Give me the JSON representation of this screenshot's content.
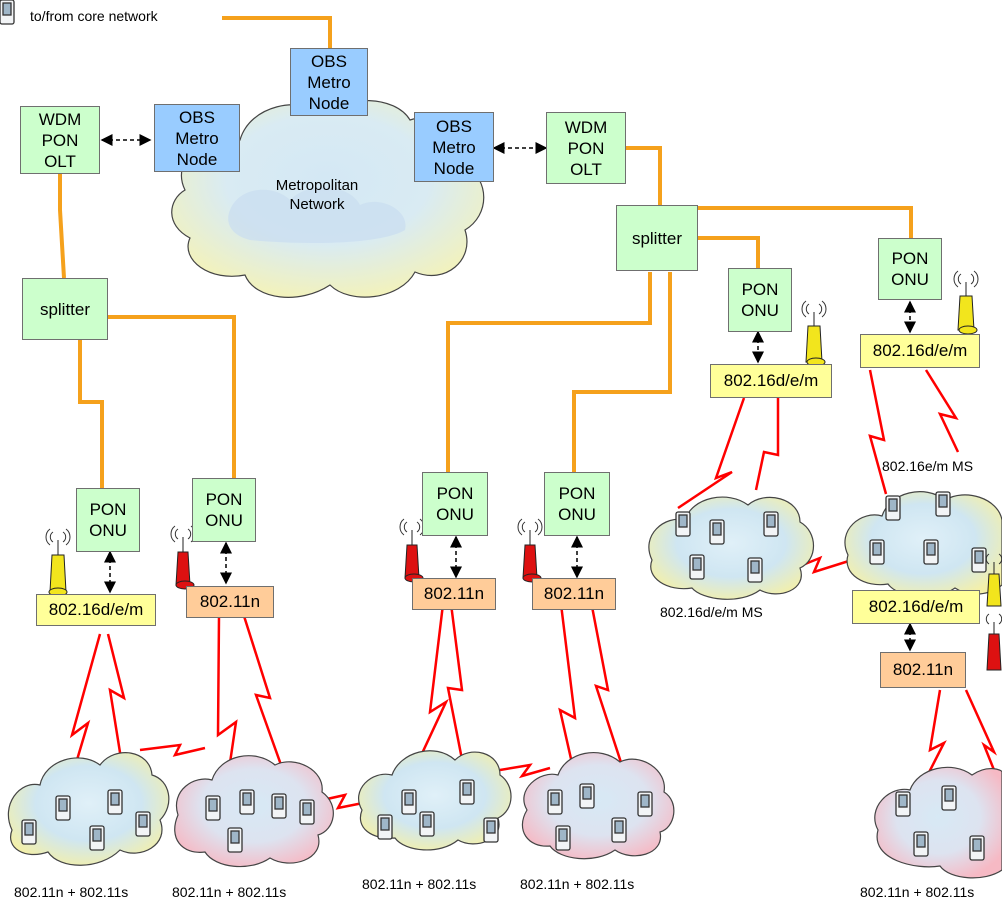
{
  "core_label": "to/from core network",
  "metro_label": "Metropolitan\nNetwork",
  "obs_top": "OBS\nMetro\nNode",
  "obs_left": "OBS\nMetro\nNode",
  "obs_right": "OBS\nMetro\nNode",
  "olt_left": "WDM\nPON\nOLT",
  "olt_right": "WDM\nPON\nOLT",
  "splitter_left": "splitter",
  "splitter_right": "splitter",
  "onu1": "PON\nONU",
  "onu2": "PON\nONU",
  "onu3": "PON\nONU",
  "onu4": "PON\nONU",
  "onu5": "PON\nONU",
  "onu6": "PON\nONU",
  "wimax1": "802.16d/e/m",
  "wimax2": "802.16d/e/m",
  "wimax3": "802.16d/e/m",
  "wimax4": "802.16d/e/m",
  "wifi1": "802.11n",
  "wifi2": "802.11n",
  "wifi3": "802.11n",
  "wifi4": "802.11n",
  "cloud1": "802.11n + 802.11s",
  "cloud2": "802.11n + 802.11s",
  "cloud3": "802.11n + 802.11s",
  "cloud4": "802.11n + 802.11s",
  "cloud5": "802.11n + 802.11s",
  "ms_label1": "802.16d/e/m MS",
  "ms_label2": "802.16e/m MS",
  "colors": {
    "fiber": "#f5a11c",
    "radio": "#ff0000",
    "pon": "#ccffcc",
    "obs": "#99ccff",
    "wimax": "#ffff99",
    "wifi": "#ffcc99"
  }
}
